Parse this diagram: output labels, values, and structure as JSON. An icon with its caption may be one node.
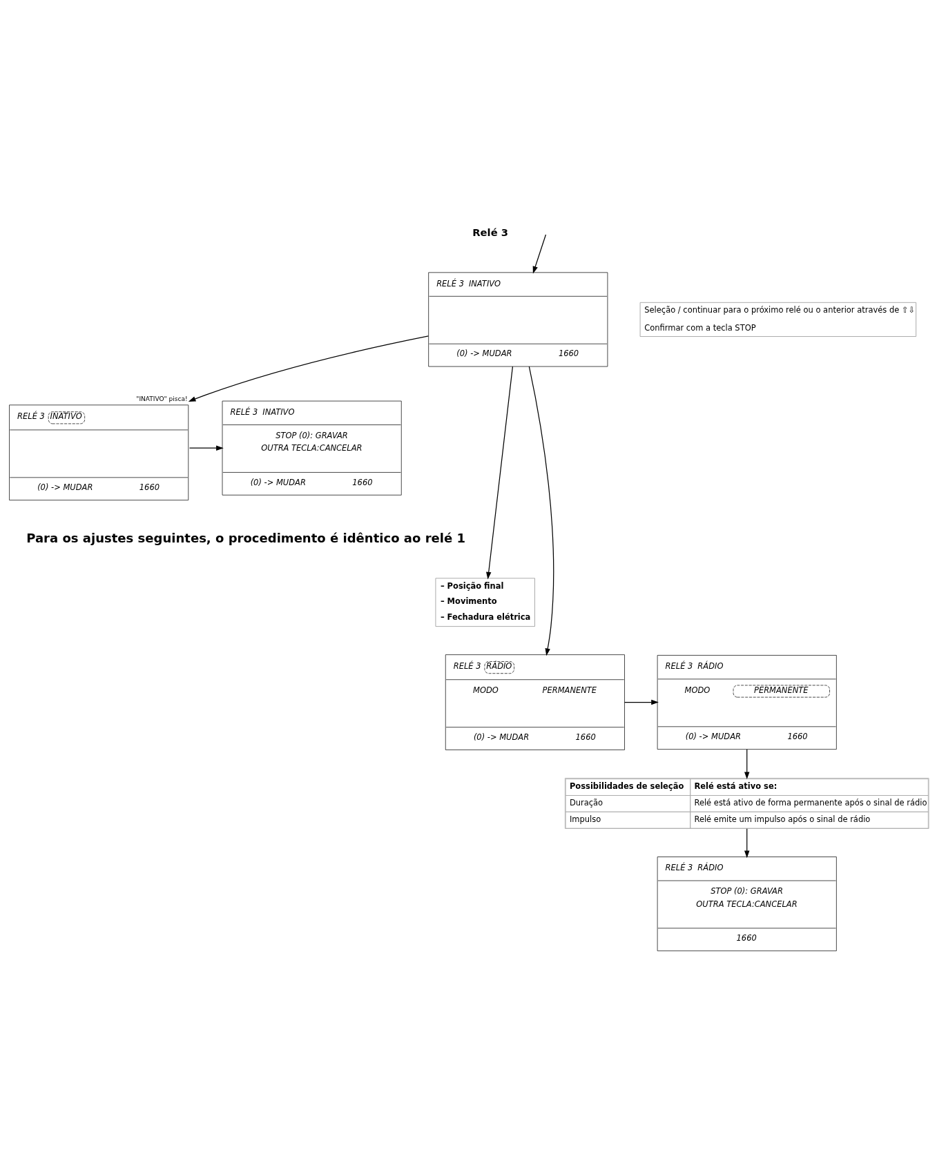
{
  "diagram": {
    "nodes": [
      {
        "text": [
          "RELÉ 3",
          "INATIVO",
          "(0) -> MUDAR",
          "1660"
        ]
      },
      {
        "text": [
          "Seleção / continuar para o próximo relé ou o anterior através de ⇧⇩",
          "Confirmar com a tecla STOP"
        ]
      },
      {
        "text": [
          "RELÉ 3",
          "INATIVO",
          "(0) -> MUDAR",
          "1660"
        ],
        "beside": [
          "\"INATIVO\" pisca!"
        ]
      },
      {
        "text": [
          "RELÉ 3",
          "INATIVO",
          "STOP (0): GRAVAR",
          "OUTRA TECLA:CANCELAR",
          "(0) -> MUDAR",
          "1660"
        ]
      },
      {
        "text": [
          "– Posição final",
          "– Movimento",
          "– Fechadura elétrica"
        ]
      },
      {
        "text": [
          "RELÉ 3",
          "RÁDIO",
          "MODO",
          "PERMANENTE",
          "(0) -> MUDAR",
          "1660"
        ]
      },
      {
        "text": [
          "RELÉ 3",
          "RÁDIO",
          "MODO",
          "PERMANENTE",
          "(0) -> MUDAR",
          "1660"
        ]
      },
      {
        "text": [
          "Possibilidades de seleção",
          "Relé está ativo se:",
          "Duração",
          "Relé está ativo de forma permanente após o sinal de rádio",
          "Impulso",
          "Relé emite um impulso após o sinal de rádio"
        ]
      },
      {
        "text": [
          "RELÉ 3",
          "RÁDIO",
          "STOP (0): GRAVAR",
          "OUTRA TECLA:CANCELAR",
          "1660"
        ]
      }
    ],
    "edges": [
      {
        "from": null,
        "to": 0,
        "arrow": "to"
      },
      {
        "from": 0,
        "to": 2,
        "arrow": "to"
      },
      {
        "from": 2,
        "to": 3,
        "arrow": "to"
      },
      {
        "from": 0,
        "to": 4,
        "arrow": "to"
      },
      {
        "from": 0,
        "to": 5,
        "arrow": "to"
      },
      {
        "from": 5,
        "to": 6,
        "arrow": "to"
      },
      {
        "from": 6,
        "to": 7,
        "arrow": "to"
      },
      {
        "from": 7,
        "to": 8,
        "arrow": "to"
      }
    ],
    "labels": [
      "Relé 3",
      "Para os ajustes seguintes, o procedimento é idêntico ao relé 1"
    ]
  }
}
